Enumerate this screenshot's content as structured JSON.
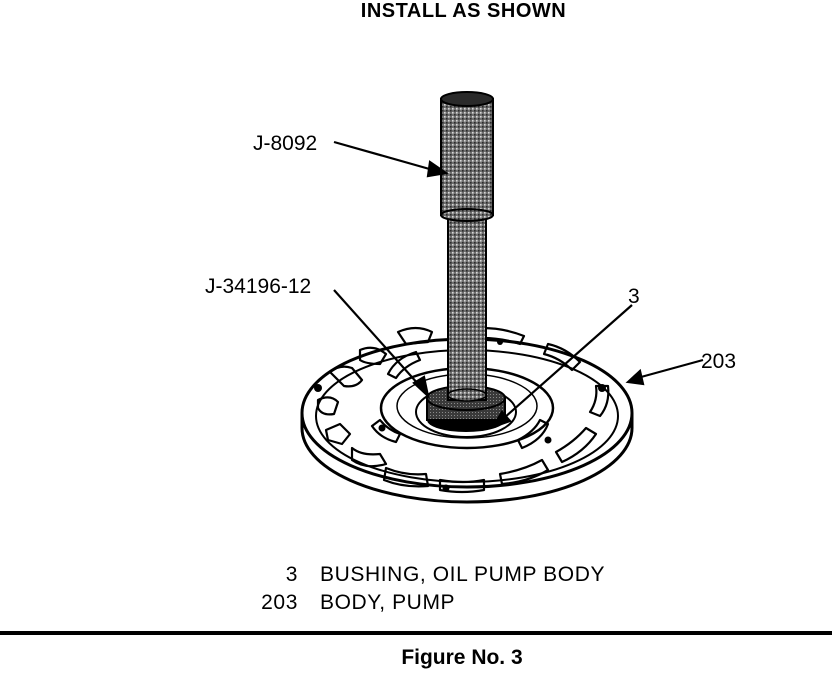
{
  "header": {
    "title": "INSTALL AS SHOWN"
  },
  "callouts": {
    "tool_handle": "J-8092",
    "tool_installer": "J-34196-12",
    "bushing": "3",
    "pump_body": "203"
  },
  "legend": [
    {
      "num": "3",
      "desc": "BUSHING, OIL PUMP BODY"
    },
    {
      "num": "203",
      "desc": "BODY, PUMP"
    }
  ],
  "caption": "Figure No. 3"
}
